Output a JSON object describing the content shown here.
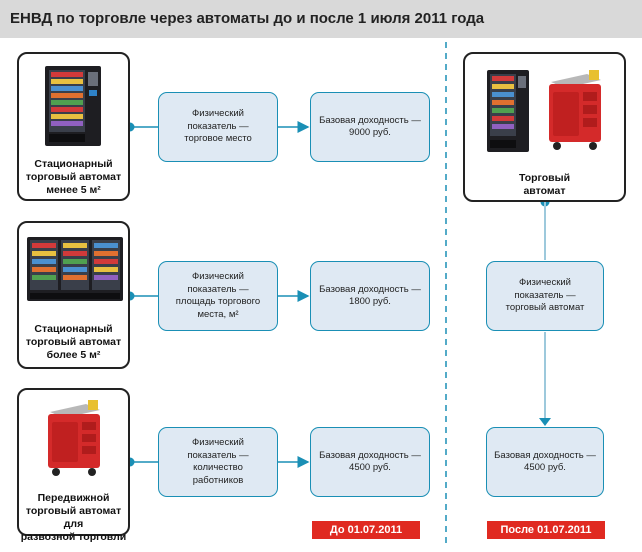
{
  "header": {
    "title": "ЕНВД по торговле через автоматы до и после 1 июля 2011 года"
  },
  "before": {
    "rows": [
      {
        "vending_label": "Стационарный\nторговый автомат\nменее 5 м²",
        "indicator": "Физический\nпоказатель —\nторговое место",
        "income": "Базовая доходность —\n9000 руб."
      },
      {
        "vending_label": "Стационарный\nторговый автомат\nболее 5 м²",
        "indicator": "Физический\nпоказатель —\nплощадь торгового\nместа, м²",
        "income": "Базовая доходность —\n1800 руб."
      },
      {
        "vending_label": "Передвижной\nторговый автомат для\nразвозной торговли",
        "indicator": "Физический\nпоказатель —\nколичество\nработников",
        "income": "Базовая доходность —\n4500 руб."
      }
    ],
    "badge": "До 01.07.2011"
  },
  "after": {
    "vending_label": "Торговый\nавтомат",
    "indicator": "Физический\nпоказатель —\nторговый автомат",
    "income": "Базовая доходность —\n4500 руб.",
    "badge": "После 01.07.2011"
  },
  "colors": {
    "connector": "#1a8fb5",
    "badge": "#e02a21",
    "box_fill": "#dfe9f3",
    "header_bg": "#d9d9d9"
  },
  "icons": [
    "vending-machine-icon",
    "mobile-cart-icon"
  ]
}
